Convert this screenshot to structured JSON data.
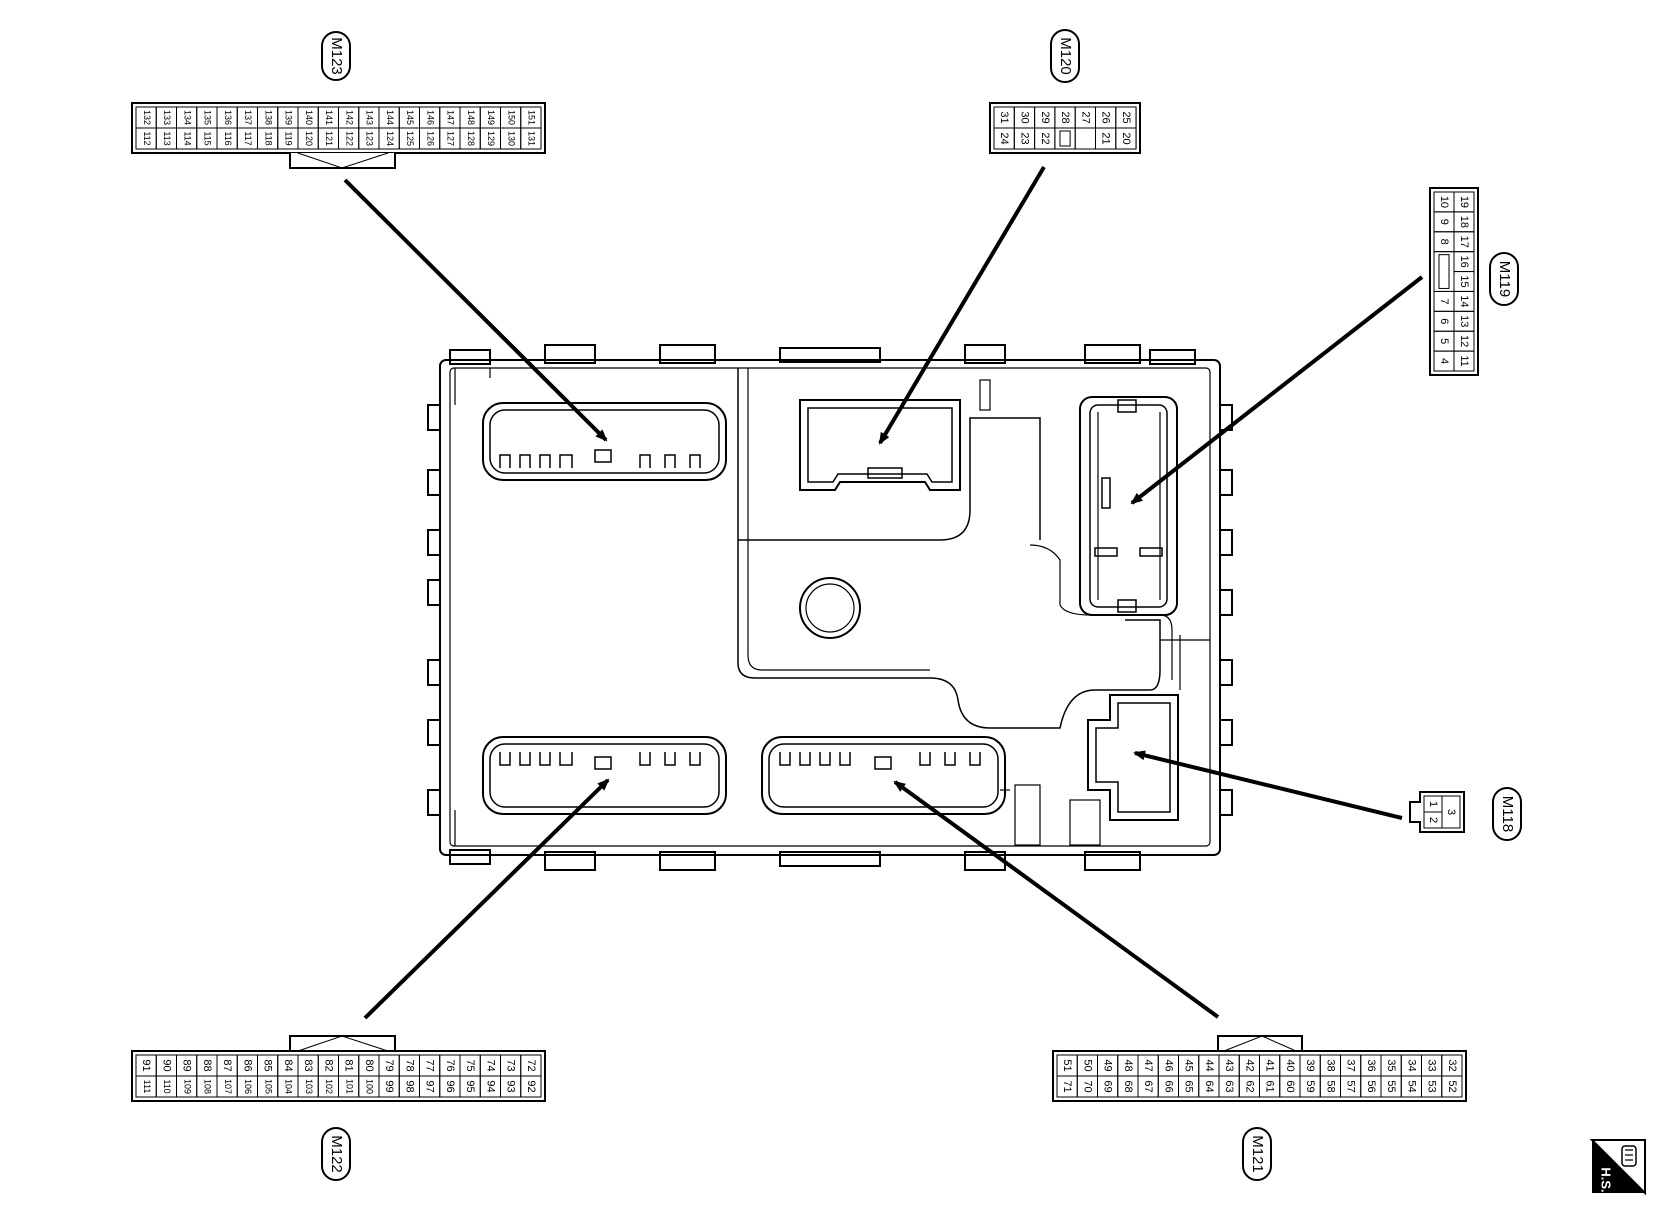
{
  "labels": {
    "m123": "M123",
    "m120": "M120",
    "m119": "M119",
    "m118": "M118",
    "m122": "M122",
    "m121": "M121"
  },
  "m123": {
    "top": [
      "132",
      "133",
      "134",
      "135",
      "136",
      "137",
      "138",
      "139",
      "140",
      "141",
      "142",
      "143",
      "144",
      "145",
      "146",
      "147",
      "148",
      "149",
      "150",
      "151"
    ],
    "bottom": [
      "112",
      "113",
      "114",
      "115",
      "116",
      "117",
      "118",
      "119",
      "120",
      "121",
      "122",
      "123",
      "124",
      "125",
      "126",
      "127",
      "128",
      "129",
      "130",
      "131"
    ]
  },
  "m120": {
    "top": [
      "31",
      "30",
      "29",
      "28",
      "27",
      "26",
      "25"
    ],
    "bottom": [
      "24",
      "23",
      "22",
      "",
      "",
      "21",
      "20"
    ]
  },
  "m119": {
    "left": [
      "10",
      "9",
      "8",
      "",
      "7",
      "6",
      "5",
      "4"
    ],
    "right": [
      "19",
      "18",
      "17",
      "16",
      "15",
      "14",
      "13",
      "12",
      "11"
    ]
  },
  "m118": {
    "pins": [
      "1",
      "2",
      "3"
    ]
  },
  "m122": {
    "top": [
      "91",
      "90",
      "89",
      "88",
      "87",
      "86",
      "85",
      "84",
      "83",
      "82",
      "81",
      "80",
      "79",
      "78",
      "77",
      "76",
      "75",
      "74",
      "73",
      "72"
    ],
    "bottom": [
      "111",
      "110",
      "109",
      "108",
      "107",
      "106",
      "105",
      "104",
      "103",
      "102",
      "101",
      "100",
      "99",
      "98",
      "97",
      "96",
      "95",
      "94",
      "93",
      "92"
    ]
  },
  "m121": {
    "top": [
      "51",
      "50",
      "49",
      "48",
      "47",
      "46",
      "45",
      "44",
      "43",
      "42",
      "41",
      "40",
      "39",
      "38",
      "37",
      "36",
      "35",
      "34",
      "33",
      "32"
    ],
    "bottom": [
      "71",
      "70",
      "69",
      "68",
      "67",
      "66",
      "65",
      "64",
      "63",
      "62",
      "61",
      "60",
      "59",
      "58",
      "57",
      "56",
      "55",
      "54",
      "53",
      "52"
    ]
  },
  "badge": {
    "text": "H.S.",
    "icon": "hand-icon"
  }
}
